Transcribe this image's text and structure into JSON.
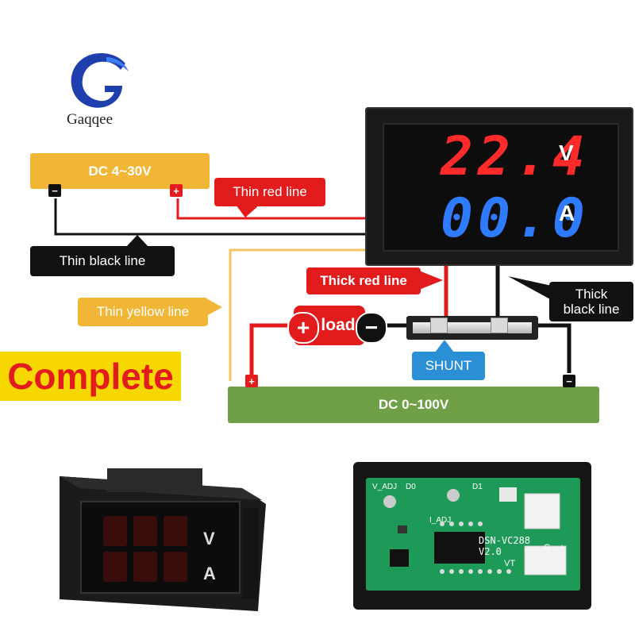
{
  "brand": {
    "name": "Gaqqee"
  },
  "labels": {
    "dc_input": "DC 4~30V",
    "thin_red": "Thin red line",
    "thin_black": "Thin black line",
    "thick_red": "Thick red line",
    "thick_black_1": "Thick",
    "thick_black_2": "black line",
    "thin_yellow": "Thin yellow line",
    "load": "load",
    "shunt": "SHUNT",
    "complete": "Complete",
    "dc_output": "DC 0~100V"
  },
  "meter": {
    "voltage": "22.4",
    "voltage_unit": "V",
    "current": "00.0",
    "current_unit": "A"
  },
  "symbols": {
    "plus": "+",
    "minus": "−"
  },
  "board": {
    "v_adj": "V_ADJ",
    "d0": "D0",
    "d1": "D1",
    "i_adj": "I_ADJ",
    "model": "DSN-VC288",
    "version": "V2.0",
    "vt": "VT",
    "g": "G",
    "plus": "+"
  },
  "photo_meter": {
    "v": "V",
    "a": "A"
  },
  "colors": {
    "orange": "#f2b636",
    "red": "#e21c1c",
    "black": "#111111",
    "yellow_wire": "#f2c466",
    "green": "#6f9f47",
    "blue": "#2b8fd6",
    "seg_red": "#ff2a2a",
    "seg_blue": "#2f7bff",
    "pcb": "#1e9a58"
  }
}
